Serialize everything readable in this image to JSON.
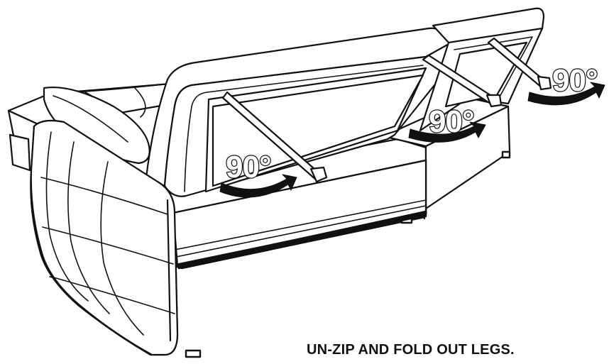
{
  "diagram": {
    "caption": "UN-ZIP AND FOLD OUT LEGS.",
    "angle_labels": [
      "90°",
      "90°",
      "90°"
    ],
    "line_color": "#111111",
    "background": "#ffffff"
  }
}
